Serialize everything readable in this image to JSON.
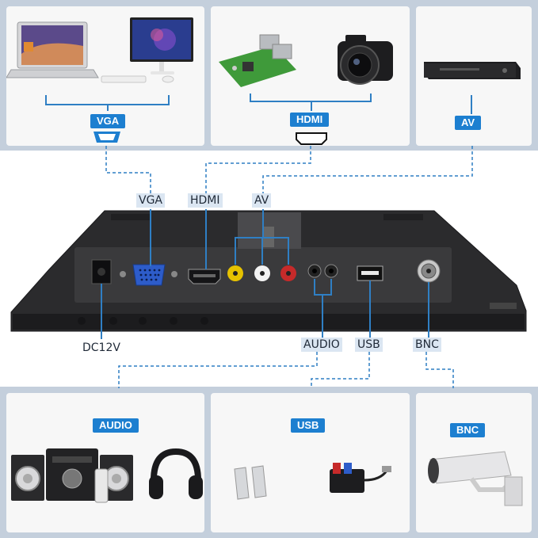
{
  "top": {
    "vga": {
      "label": "VGA",
      "devices": [
        "laptop",
        "desktop-monitor"
      ]
    },
    "hdmi": {
      "label": "HDMI",
      "devices": [
        "raspberry-pi",
        "camera"
      ]
    },
    "av": {
      "label": "AV",
      "devices": [
        "dvd-player"
      ]
    }
  },
  "monitor": {
    "upper_labels": {
      "vga": "VGA",
      "hdmi": "HDMI",
      "av": "AV"
    },
    "lower_labels": {
      "dc": "DC12V",
      "audio": "AUDIO",
      "usb": "USB",
      "bnc": "BNC"
    }
  },
  "bottom": {
    "audio": {
      "label": "AUDIO",
      "devices": [
        "stereo-system",
        "headphones"
      ]
    },
    "usb": {
      "label": "USB",
      "devices": [
        "usb-flash-drives",
        "card-reader"
      ]
    },
    "bnc": {
      "label": "BNC",
      "devices": [
        "cctv-camera"
      ]
    }
  },
  "colors": {
    "background": "#c4cfdc",
    "panel": "#f7f7f7",
    "accent": "#1d7fd0",
    "line": "#2f7fc4"
  }
}
